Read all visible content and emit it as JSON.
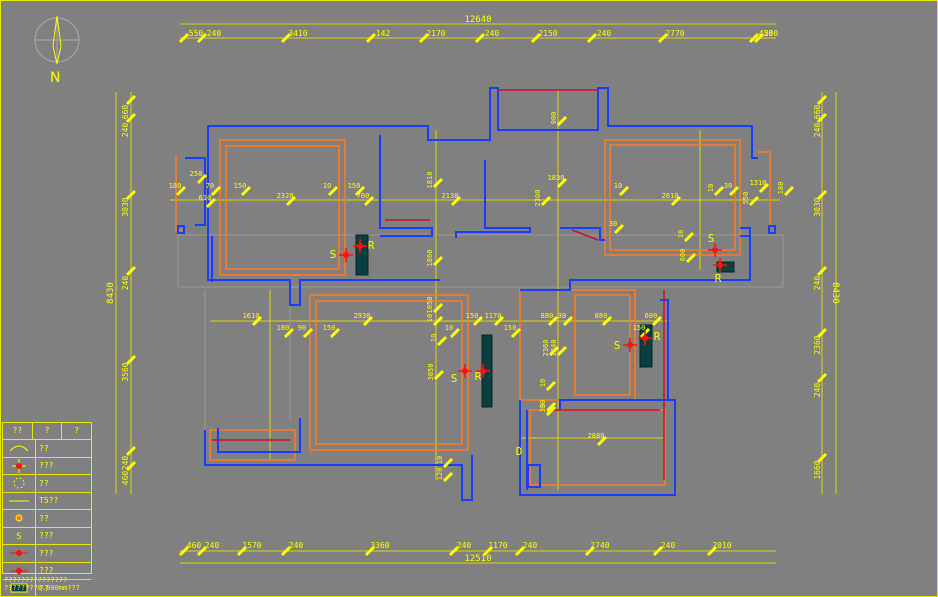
{
  "drawing": {
    "north_label": "N",
    "top_total": "12640",
    "bottom_total": "12510",
    "left_total": "8430",
    "right_total": "8430",
    "top_dims": [
      "550",
      "240",
      "3410",
      "142",
      "2170",
      "240",
      "2150",
      "240",
      "2770",
      "280",
      "450"
    ],
    "bottom_dims": [
      "460",
      "240",
      "1570",
      "240",
      "3360",
      "240",
      "1170",
      "240",
      "2740",
      "240",
      "2010"
    ],
    "left_dims": [
      "660",
      "240",
      "3030",
      "240",
      "3560",
      "240",
      "460"
    ],
    "right_dims": [
      "660",
      "240",
      "3030",
      "240",
      "2360",
      "240",
      "1660"
    ],
    "inner_dims": [
      "180",
      "250",
      "70",
      "610",
      "150",
      "2320",
      "10",
      "150",
      "700",
      "1810",
      "2130",
      "1830",
      "2300",
      "10",
      "2610",
      "10",
      "30",
      "550",
      "180",
      "1310",
      "30",
      "10",
      "600",
      "1860",
      "1050",
      "10",
      "1610",
      "180",
      "90",
      "150",
      "2930",
      "10",
      "150",
      "1170",
      "150",
      "880",
      "30",
      "880",
      "150",
      "600",
      "2360",
      "3050",
      "1840",
      "10",
      "30",
      "2880",
      "120",
      "10",
      "900",
      "30",
      "10"
    ],
    "room_marks": [
      "S",
      "R",
      "S",
      "R",
      "S",
      "R",
      "S",
      "R",
      "D"
    ]
  },
  "legend": {
    "headers": [
      "??",
      "?",
      "?"
    ],
    "rows": [
      {
        "icon": "arc-icon",
        "label": "??"
      },
      {
        "icon": "red-crosshair-icon",
        "label": "???"
      },
      {
        "icon": "dashed-circle-icon",
        "label": "??"
      },
      {
        "icon": "line-icon",
        "label": "T5??"
      },
      {
        "icon": "dot-icon",
        "label": "??"
      },
      {
        "icon": "s-icon",
        "label": "???"
      },
      {
        "icon": "red-spotlight-icon",
        "label": "???"
      },
      {
        "icon": "red-spot2-icon",
        "label": "???"
      },
      {
        "icon": "hatch-icon",
        "label": "??"
      }
    ]
  },
  "notes": [
    "???????????????",
    "????????0.000mm???"
  ],
  "colors": {
    "background": "#808080",
    "wall": "#1a3cff",
    "ceiling": "#ff7a1f",
    "dimension": "#ffff00",
    "light": "#ff1010",
    "track": "#0b3f3f",
    "red_line": "#c8102e"
  }
}
